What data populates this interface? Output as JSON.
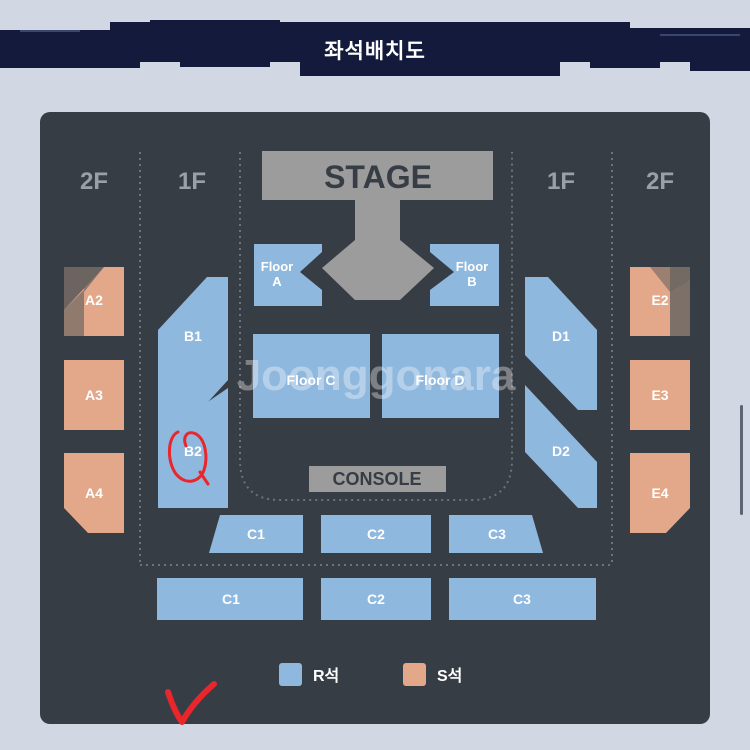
{
  "header": {
    "title": "좌석배치도"
  },
  "map": {
    "stage": "STAGE",
    "console": "CONSOLE",
    "level_labels": {
      "left_outer": "2F",
      "left_inner": "1F",
      "right_inner": "1F",
      "right_outer": "2F"
    },
    "floor_sections": {
      "a": "Floor\nA",
      "b": "Floor\nB",
      "c": "Floor C",
      "d": "Floor D"
    },
    "side_sections": {
      "b1": "B1",
      "b2": "B2",
      "d1": "D1",
      "d2": "D2"
    },
    "second_floor_left": [
      "A2",
      "A3",
      "A4"
    ],
    "second_floor_right": [
      "E2",
      "E3",
      "E4"
    ],
    "c_row_1f": [
      "C1",
      "C2",
      "C3"
    ],
    "c_row_2f": [
      "C1",
      "C2",
      "C3"
    ],
    "watermark": "Joonggonara"
  },
  "legend": {
    "items": [
      {
        "label": "R석",
        "color": "#8fb8de"
      },
      {
        "label": "S석",
        "color": "#e3a88a"
      }
    ]
  },
  "colors": {
    "panel": "#373d45",
    "r_seat": "#8fb8de",
    "s_seat": "#e3a88a",
    "stage": "#9c9c9c",
    "annotation": "#e8262b",
    "header_bg": "#131a3c"
  }
}
